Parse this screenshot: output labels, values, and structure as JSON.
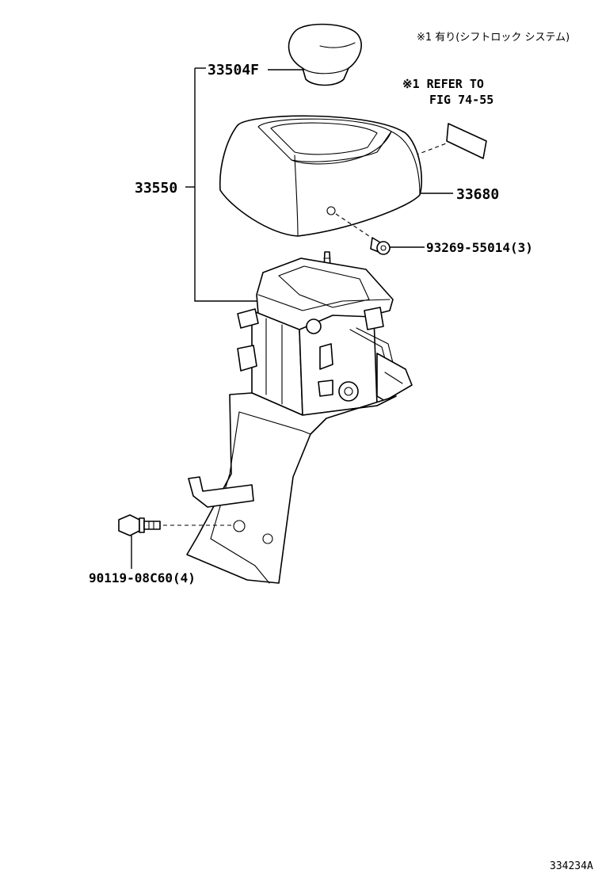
{
  "diagram": {
    "note_japanese": "※1 有り(シフトロック システム)",
    "note_refer_line1": "※1 REFER TO",
    "note_refer_line2": "FIG 74-55",
    "labels": {
      "knob": "33504F",
      "lever_assembly": "33550",
      "cover": "33680",
      "screw": "93269-55014(3)",
      "bolt": "90119-08C60(4)"
    },
    "figure_id": "334234A"
  }
}
